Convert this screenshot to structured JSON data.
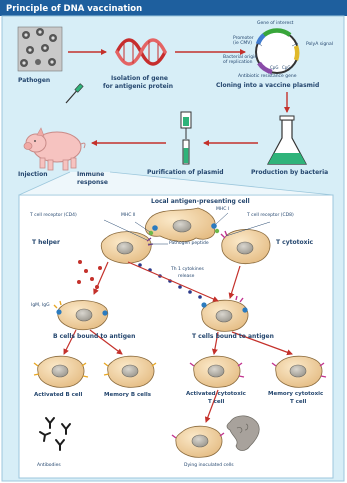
{
  "title": "Principle of DNA vaccination",
  "labels": {
    "pathogen": "Pathogen",
    "isolation_1": "Isolation of gene",
    "isolation_2": "for antigenic protein",
    "cloning": "Cloning into a vaccine plasmid",
    "production": "Production by bacteria",
    "purification": "Purification of plasmid",
    "injection": "Injection",
    "immune_1": "Immune",
    "immune_2": "response",
    "local_apc": "Local antigen-presenting cell",
    "tcr_cd4": "T cell receptor (CD4)",
    "tcr_cd8": "T cell receptor (CD8)",
    "mhc2": "MHC II",
    "mhc1": "MHC I",
    "pathogen_peptide": "Pathogen peptide",
    "t_helper": "T helper",
    "t_cytotoxic": "T cytotoxic",
    "th1_1": "Th 1 cytokines",
    "th1_2": "release",
    "igm_igg": "IgM, IgG",
    "b_bound": "B cells bound to antigen",
    "t_bound": "T cells bound to antigen",
    "activated_b": "Activated B cell",
    "memory_b": "Memory B cells",
    "activated_ct_1": "Activated cytotoxic",
    "activated_ct_2": "T cell",
    "memory_ct_1": "Memory cytotoxic",
    "memory_ct_2": "T cell",
    "antibodies": "Antibodies",
    "dying": "Dying inoculated cells"
  },
  "plasmid": {
    "gene_of_interest": "Gene of interest",
    "promoter_1": "Promoter",
    "promoter_2": "(ie CMV)",
    "polya": "PolyA signal",
    "bacterial_origin_1": "Bacterial origin",
    "bacterial_origin_2": "of replication",
    "antibiotic": "Antibiotic resistance gene",
    "cpg1": "CpG",
    "cpg2": "CpG"
  },
  "colors": {
    "title_bar": "#1e5f9e",
    "panel": "#d7eef7",
    "inner_panel": "#ffffff",
    "arrow": "#c4312b",
    "text": "#24466e"
  },
  "icons": [
    "pathogen-image",
    "dna-helix-icon",
    "plasmid-icon",
    "flask-icon",
    "syringe-icon",
    "pig-icon"
  ]
}
